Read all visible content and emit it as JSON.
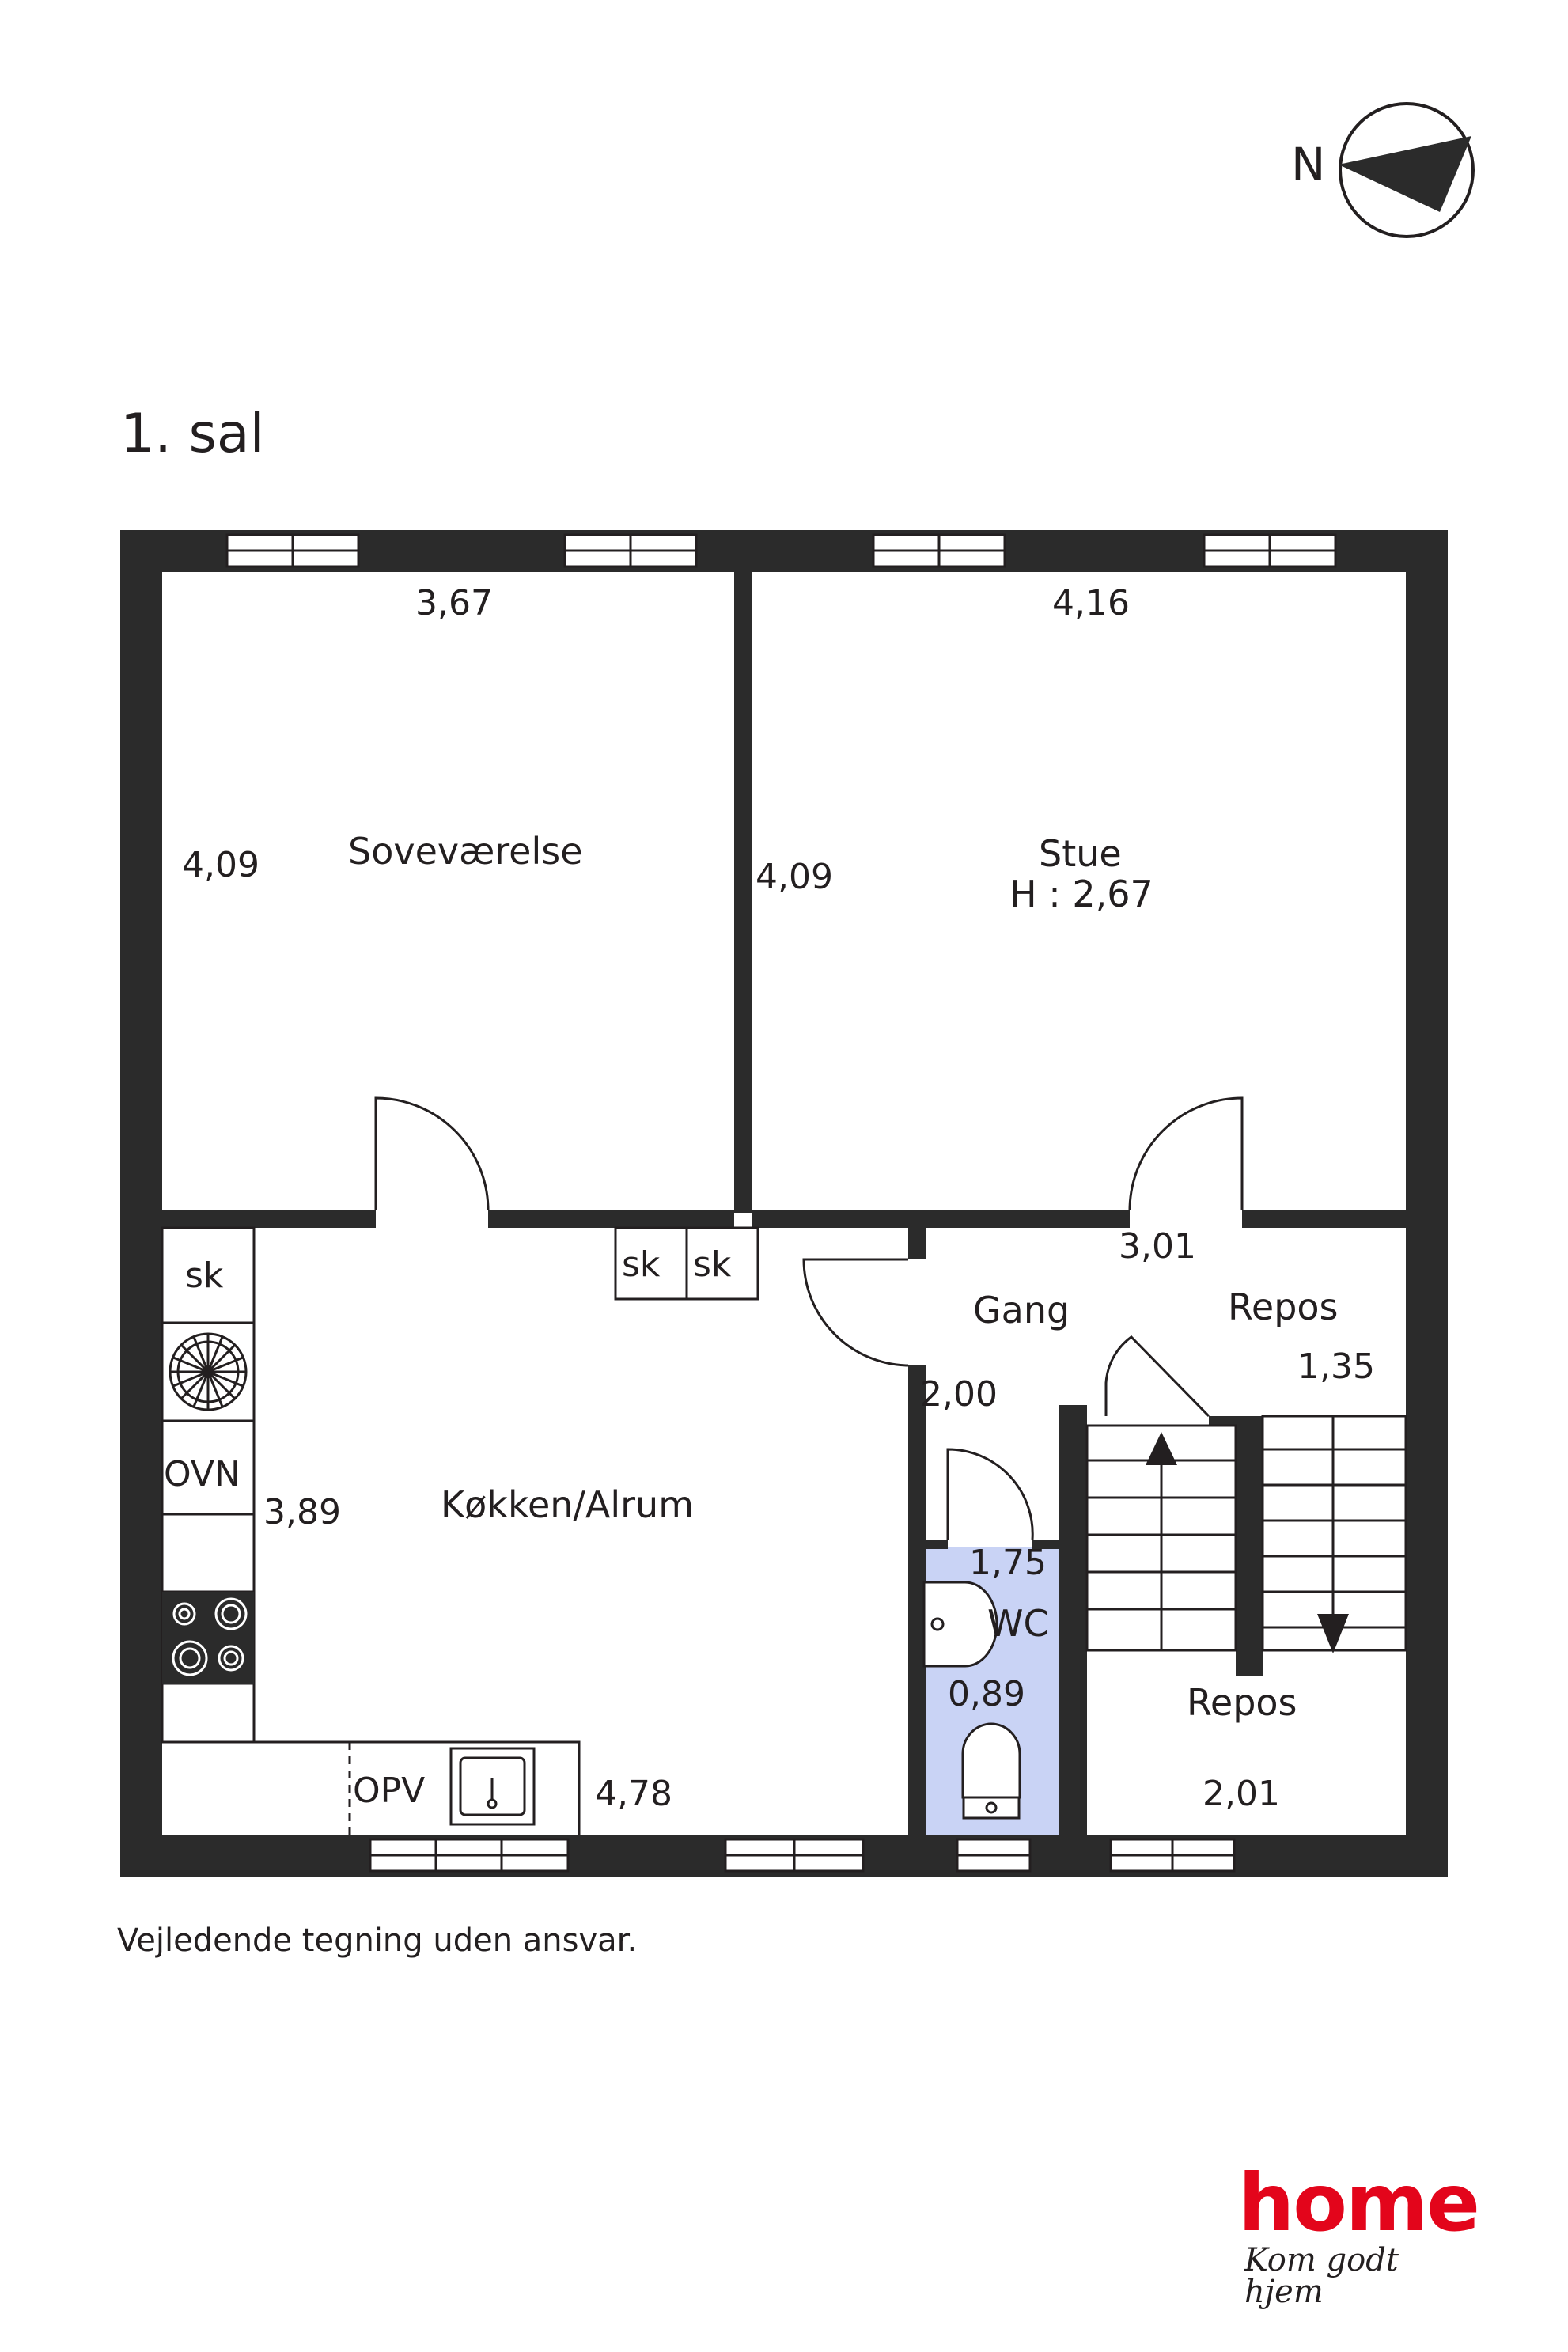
{
  "floor_title": "1. sal",
  "disclaimer": "Vejledende tegning uden ansvar.",
  "compass": {
    "letter": "N"
  },
  "rooms": {
    "bedroom": {
      "name": "Soveværelse",
      "width": "3,67",
      "depth": "4,09"
    },
    "living": {
      "name": "Stue",
      "height": "H : 2,67",
      "width": "4,16",
      "depth": "4,09"
    },
    "kitchen": {
      "name": "Køkken/Alrum",
      "width": "4,78",
      "depth": "3,89"
    },
    "hall": {
      "name": "Gang",
      "width": "3,01",
      "depth": "2,00"
    },
    "landing_upper": {
      "name": "Repos",
      "dim": "1,35"
    },
    "landing_lower": {
      "name": "Repos",
      "dim": "2,01"
    },
    "wc": {
      "name": "WC",
      "depth": "1,75",
      "width": "0,89"
    }
  },
  "fixtures": {
    "cabinet_1": "sk",
    "cabinet_2": "sk",
    "cabinet_3": "sk",
    "oven": "OVN",
    "dishwasher": "OPV"
  },
  "brand": {
    "name": "home",
    "tagline": "Kom godt hjem",
    "color": "#e3051b"
  },
  "colors": {
    "wall": "#2b2b2b",
    "wc_fill": "#c9d3f5",
    "text": "#231f20"
  }
}
